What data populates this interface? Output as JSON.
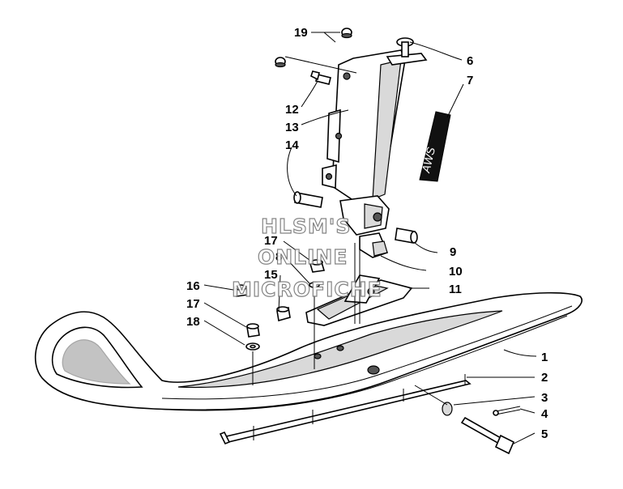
{
  "watermark": {
    "line1": "HLSM'S",
    "line2": "ONLINE",
    "line3": "MICROFICHE"
  },
  "callouts": [
    {
      "id": "c1",
      "label": "1"
    },
    {
      "id": "c2",
      "label": "2"
    },
    {
      "id": "c3",
      "label": "3"
    },
    {
      "id": "c4",
      "label": "4"
    },
    {
      "id": "c5",
      "label": "5"
    },
    {
      "id": "c6",
      "label": "6"
    },
    {
      "id": "c7",
      "label": "7"
    },
    {
      "id": "c8",
      "label": "8"
    },
    {
      "id": "c9",
      "label": "9"
    },
    {
      "id": "c10",
      "label": "10"
    },
    {
      "id": "c11",
      "label": "11"
    },
    {
      "id": "c12",
      "label": "12"
    },
    {
      "id": "c13",
      "label": "13"
    },
    {
      "id": "c14",
      "label": "14"
    },
    {
      "id": "c15",
      "label": "15"
    },
    {
      "id": "c16",
      "label": "16"
    },
    {
      "id": "c17a",
      "label": "17"
    },
    {
      "id": "c17b",
      "label": "17"
    },
    {
      "id": "c18",
      "label": "18"
    },
    {
      "id": "c19",
      "label": "19"
    }
  ],
  "decal_text": "AWS"
}
